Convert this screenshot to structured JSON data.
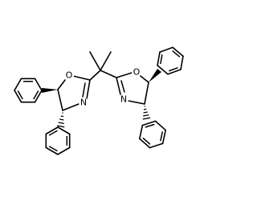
{
  "molecule": {
    "atom_labels": {
      "oxygen_left": "O",
      "nitrogen_left": "N",
      "oxygen_right": "O",
      "nitrogen_right": "N"
    },
    "stereo": {
      "left_c5": "wedge",
      "left_c4": "hash",
      "right_c5": "wedge",
      "right_c4": "hash"
    },
    "colors": {
      "bond": "#000000",
      "background": "#ffffff"
    }
  }
}
